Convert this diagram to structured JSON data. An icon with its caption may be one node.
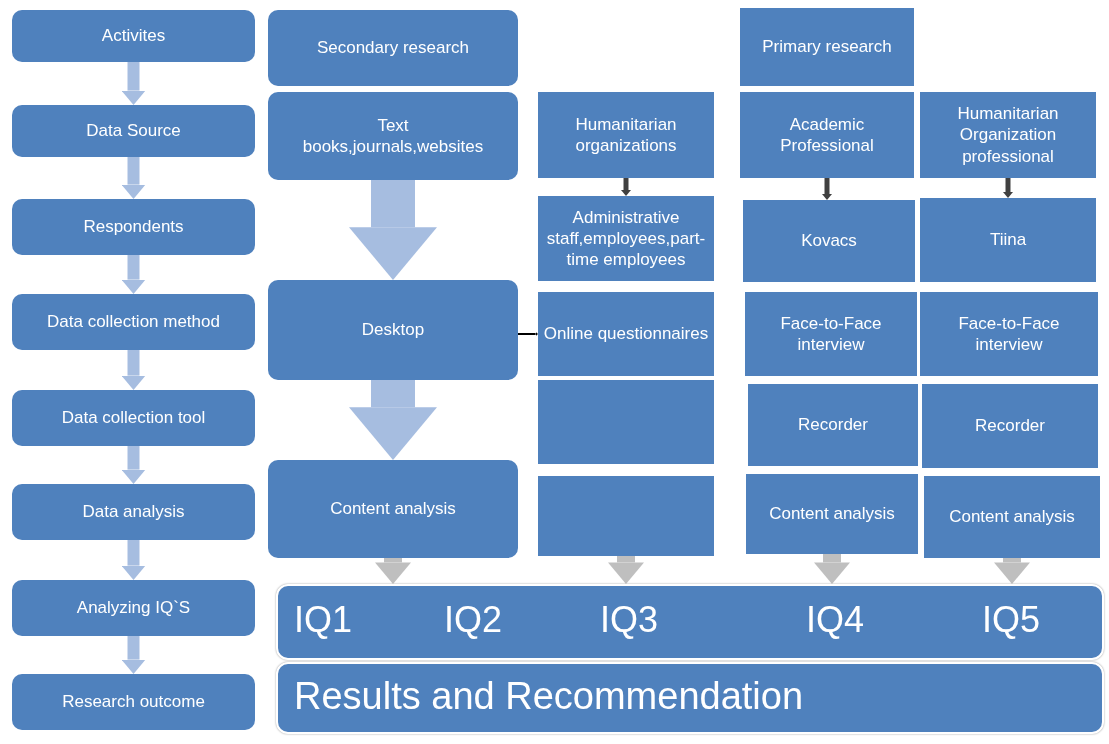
{
  "diagram": {
    "nodes": [
      {
        "text": [
          "Activites"
        ]
      },
      {
        "text": [
          "Data Source"
        ]
      },
      {
        "text": [
          "Respondents"
        ]
      },
      {
        "text": [
          "Data collection method"
        ]
      },
      {
        "text": [
          "Data collection tool"
        ]
      },
      {
        "text": [
          "Data analysis"
        ]
      },
      {
        "text": [
          "Analyzing IQ`S"
        ]
      },
      {
        "text": [
          "Research outcome"
        ]
      },
      {
        "text": [
          "Secondary research"
        ]
      },
      {
        "text": [
          "Text",
          "books,journals,websites"
        ]
      },
      {
        "text": [
          "Desktop"
        ]
      },
      {
        "text": [
          "Content analysis"
        ]
      },
      {
        "text": [
          "Humanitarian organizations"
        ]
      },
      {
        "text": [
          "Administrative staff,employees,part-time employees"
        ]
      },
      {
        "text": [
          "Online questionnaires"
        ]
      },
      {
        "text": [],
        "shape": "box"
      },
      {
        "text": [],
        "shape": "box"
      },
      {
        "text": [
          "Primary research"
        ]
      },
      {
        "text": [
          "Academic Professional"
        ]
      },
      {
        "text": [
          "Kovacs"
        ]
      },
      {
        "text": [
          "Face-to-Face interview"
        ]
      },
      {
        "text": [
          "Recorder"
        ]
      },
      {
        "text": [
          "Content analysis"
        ]
      },
      {
        "text": [
          "Humanitarian Organization professional"
        ]
      },
      {
        "text": [
          "Tiina"
        ]
      },
      {
        "text": [
          "Face-to-Face interview"
        ]
      },
      {
        "text": [
          "Recorder"
        ]
      },
      {
        "text": [
          "Content analysis"
        ]
      },
      {
        "text": [
          "IQ1",
          "IQ2",
          "IQ3",
          "IQ4",
          "IQ5"
        ]
      },
      {
        "text": [
          "Results and Recommendation"
        ]
      }
    ],
    "edges": [
      {
        "from": 0,
        "to": 1,
        "arrow": "to"
      },
      {
        "from": 1,
        "to": 2,
        "arrow": "to"
      },
      {
        "from": 2,
        "to": 3,
        "arrow": "to"
      },
      {
        "from": 3,
        "to": 4,
        "arrow": "to"
      },
      {
        "from": 4,
        "to": 5,
        "arrow": "to"
      },
      {
        "from": 5,
        "to": 6,
        "arrow": "to"
      },
      {
        "from": 6,
        "to": 7,
        "arrow": "to"
      },
      {
        "from": 9,
        "to": 10,
        "arrow": "to",
        "style": "thick"
      },
      {
        "from": 10,
        "to": 11,
        "arrow": "to",
        "style": "thick"
      },
      {
        "from": 10,
        "to": 14,
        "arrow": "to",
        "color": "#000000"
      },
      {
        "from": 12,
        "to": 13,
        "arrow": "to",
        "color": "#404040"
      },
      {
        "from": 18,
        "to": 19,
        "arrow": "to",
        "color": "#404040"
      },
      {
        "from": 23,
        "to": 24,
        "arrow": "to",
        "color": "#404040"
      },
      {
        "from": 11,
        "to": 28,
        "arrow": "to",
        "color": "#bfbfbf"
      },
      {
        "from": 16,
        "to": 28,
        "arrow": "to",
        "color": "#bfbfbf"
      },
      {
        "from": 22,
        "to": 28,
        "arrow": "to",
        "color": "#bfbfbf"
      },
      {
        "from": 27,
        "to": 28,
        "arrow": "to",
        "color": "#bfbfbf"
      }
    ]
  }
}
